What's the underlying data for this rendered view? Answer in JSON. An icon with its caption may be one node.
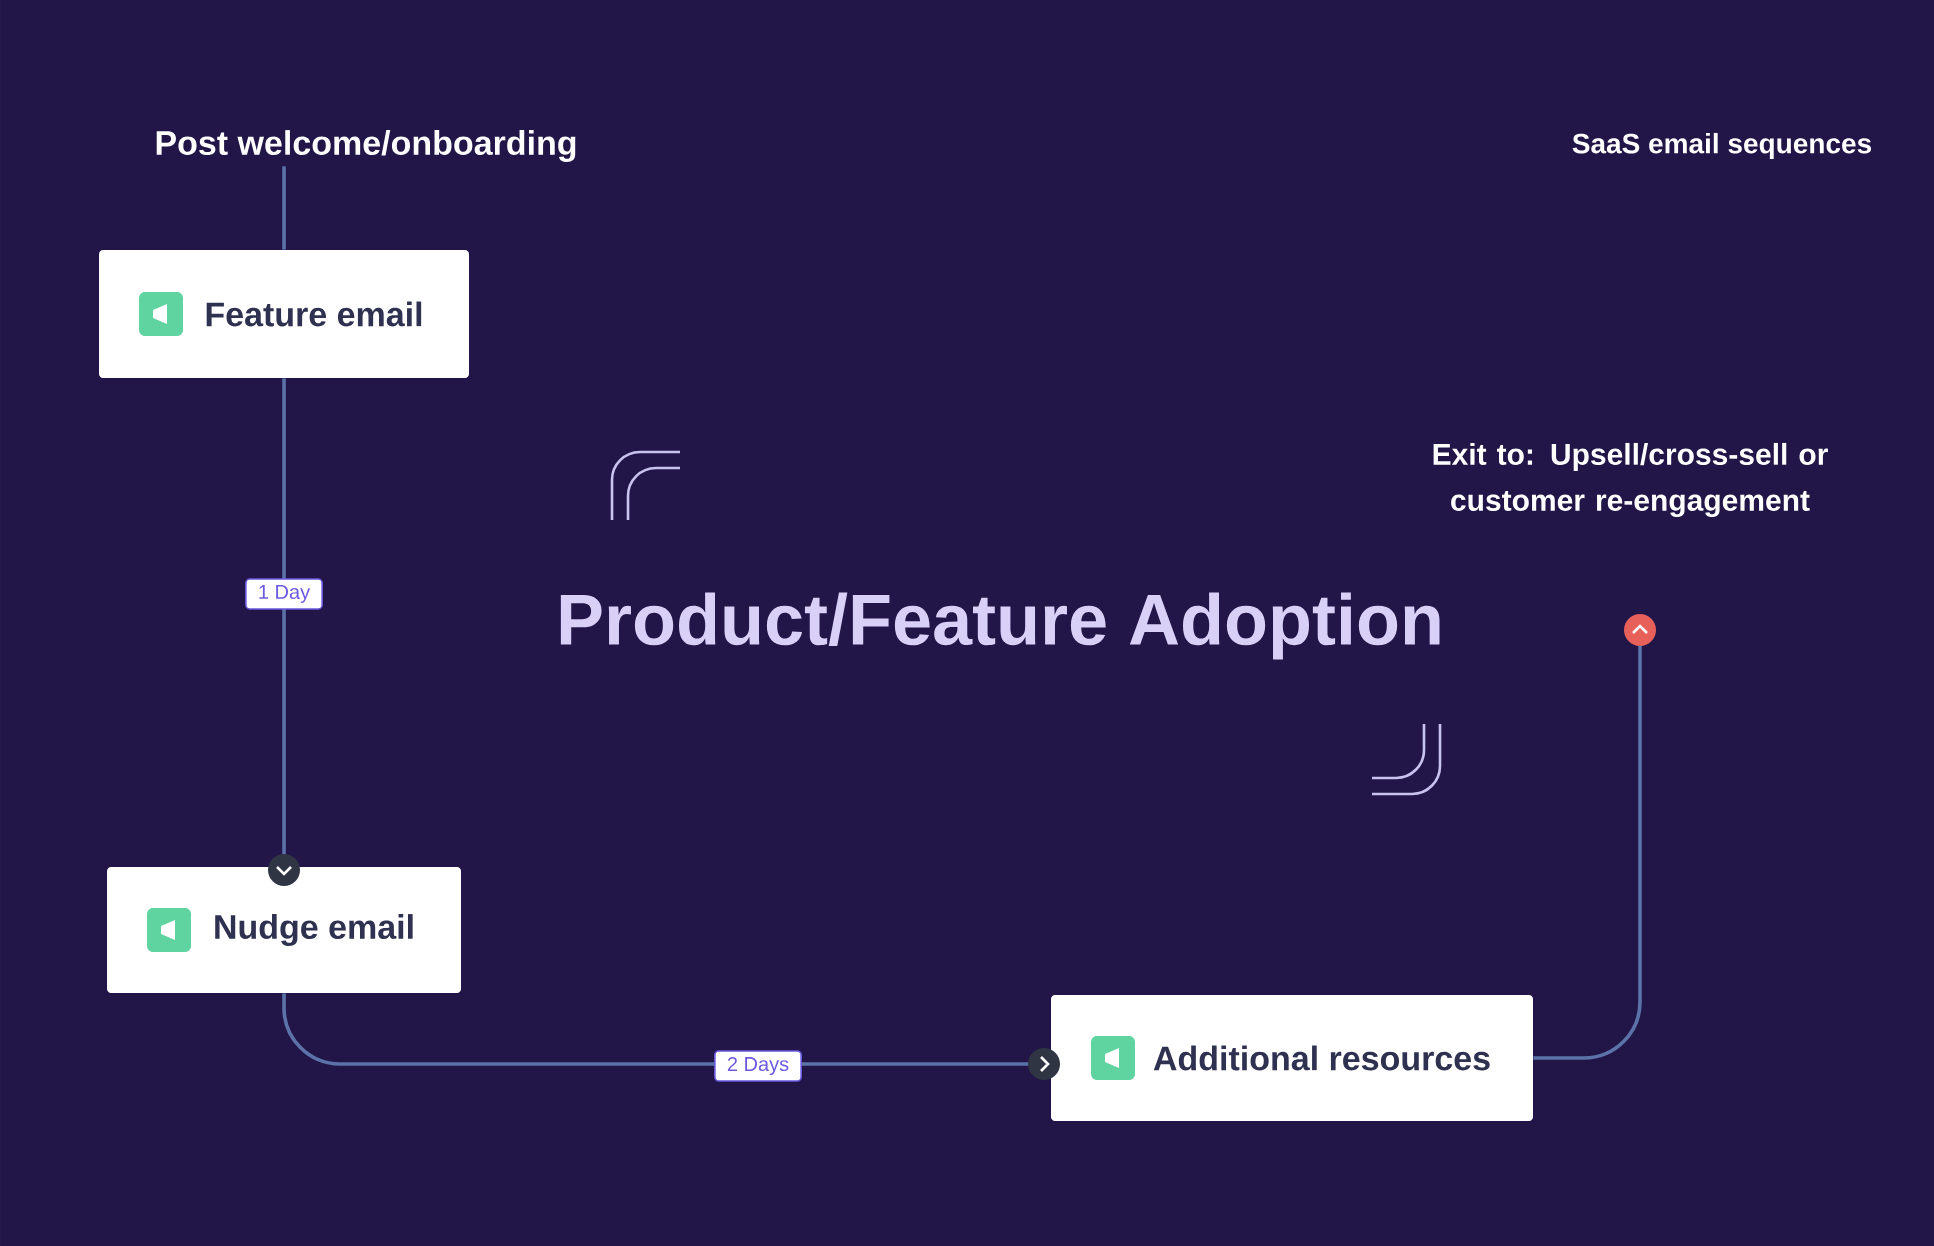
{
  "diagram": {
    "title": "Product/Feature Adoption",
    "nodes": [
      {
        "text": [
          "Post welcome/onboarding"
        ]
      },
      {
        "text": [
          "Feature email"
        ]
      },
      {
        "text": [
          "Nudge email"
        ]
      },
      {
        "text": [
          "Additional resources"
        ]
      },
      {
        "text": [
          "Exit to: Upsell/cross-sell or customer re-engagement"
        ]
      }
    ],
    "edges": [
      {
        "from": 0,
        "to": 1,
        "arrow": "none"
      },
      {
        "from": 1,
        "to": 2,
        "arrow": "to",
        "label": "1 Day"
      },
      {
        "from": 2,
        "to": 3,
        "arrow": "to",
        "label": "2 Days"
      },
      {
        "from": 3,
        "to": 4,
        "arrow": "to"
      }
    ],
    "labels": [
      "SaaS email sequences"
    ]
  }
}
